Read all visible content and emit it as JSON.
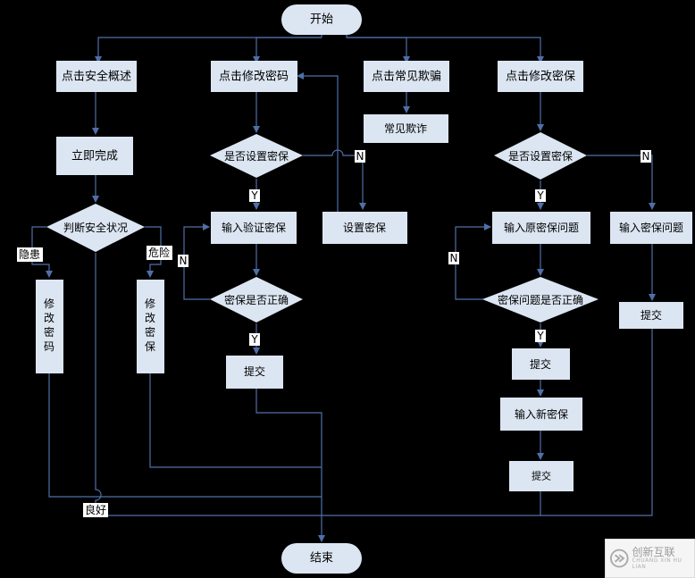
{
  "nodes": {
    "start": "开始",
    "end": "结束",
    "security_overview": "点击安全概述",
    "change_password": "点击修改密码",
    "common_scams": "点击常见欺骗",
    "change_security": "点击修改密保",
    "finish_now": "立即完成",
    "judge_status": "判断安全状况",
    "modify_pwd_box": [
      "修",
      "改",
      "密",
      "码"
    ],
    "modify_sec_box": [
      "修",
      "改",
      "密",
      "保"
    ],
    "is_set_security_mid": "是否设置密保",
    "input_verify": "输入验证密保",
    "security_correct": "密保是否正确",
    "submit_mid": "提交",
    "common_fraud": "常见欺诈",
    "set_security": "设置密保",
    "is_set_security_right": "是否设置密保",
    "input_orig": "输入原密保问题",
    "question_correct": "密保问题是否正确",
    "submit_right1": "提交",
    "input_new": "输入新密保",
    "submit_right2": "提交",
    "input_question": "输入密保问题",
    "submit_far": "提交"
  },
  "labels": {
    "hidden_danger": "隐患",
    "danger": "危险",
    "good": "良好",
    "y1": "Y",
    "n1": "N",
    "n2": "N",
    "y2": "Y",
    "y3": "Y",
    "n3": "N",
    "n4": "N",
    "y4": "Y"
  },
  "watermark": {
    "text": "创新互联",
    "sub": "CHUANG XIN HU LIAN"
  },
  "colors": {
    "background": "#000000",
    "box_fill": "#dce6f2",
    "terminal_fill": "#dce6f2",
    "line": "#4f6fa8",
    "label_bg": "#ffffff"
  }
}
